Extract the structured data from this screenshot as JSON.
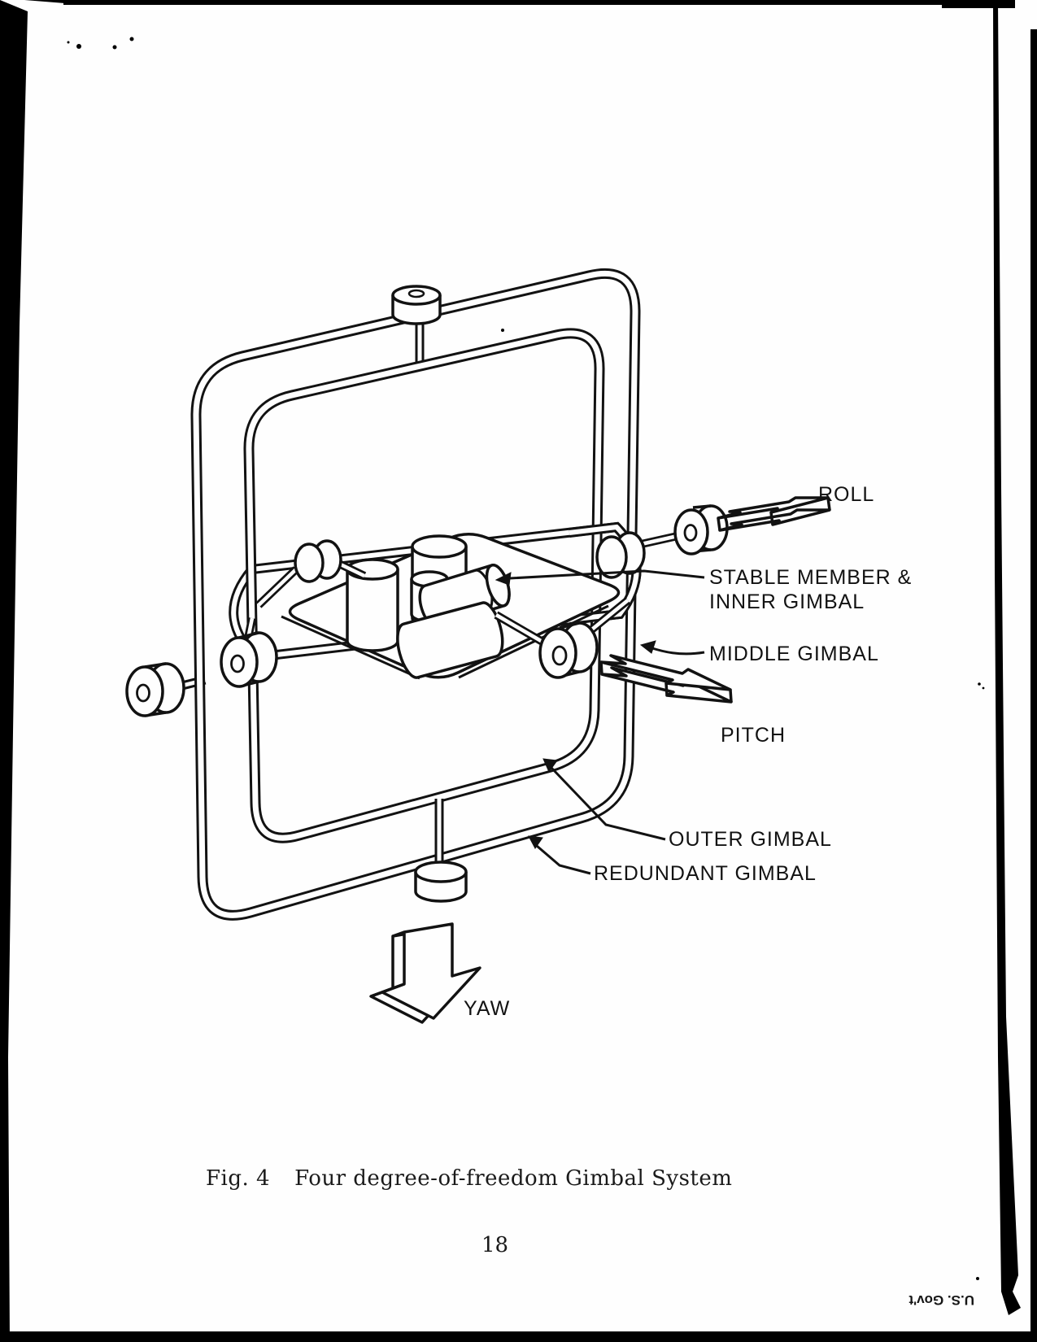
{
  "figure": {
    "callouts": {
      "roll": "ROLL",
      "stable_member_line1": "STABLE MEMBER &",
      "stable_member_line2": "INNER GIMBAL",
      "middle_gimbal": "MIDDLE GIMBAL",
      "pitch": "PITCH",
      "outer_gimbal": "OUTER GIMBAL",
      "redundant_gimbal": "REDUNDANT GIMBAL",
      "yaw": "YAW"
    },
    "caption_fig": "Fig. 4",
    "caption_title": "Four degree-of-freedom Gimbal System"
  },
  "page_number": "18",
  "stamp": "U.S. Gov't",
  "colors": {
    "ink": "#121212",
    "paper": "#fefefe",
    "scan_edge": "#000000"
  }
}
